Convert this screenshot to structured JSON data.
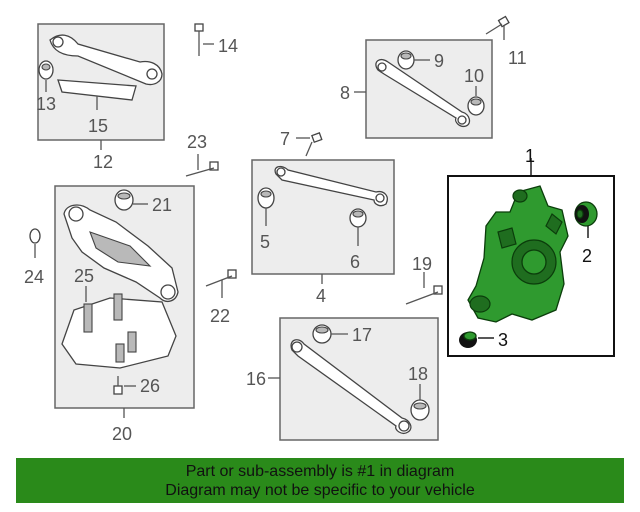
{
  "callouts": {
    "c1": "1",
    "c2": "2",
    "c3": "3",
    "c4": "4",
    "c5": "5",
    "c6": "6",
    "c7": "7",
    "c8": "8",
    "c9": "9",
    "c10": "10",
    "c11": "11",
    "c12": "12",
    "c13": "13",
    "c14": "14",
    "c15": "15",
    "c16": "16",
    "c17": "17",
    "c18": "18",
    "c19": "19",
    "c20": "20",
    "c21": "21",
    "c22": "22",
    "c23": "23",
    "c24": "24",
    "c25": "25",
    "c26": "26"
  },
  "notice": {
    "line1": "Part or sub-assembly is #1 in diagram",
    "line2": "Diagram may not be specific to your vehicle"
  },
  "colors": {
    "highlight_part": "#2f9a2f",
    "notice_banner": "#2a8a1a"
  }
}
